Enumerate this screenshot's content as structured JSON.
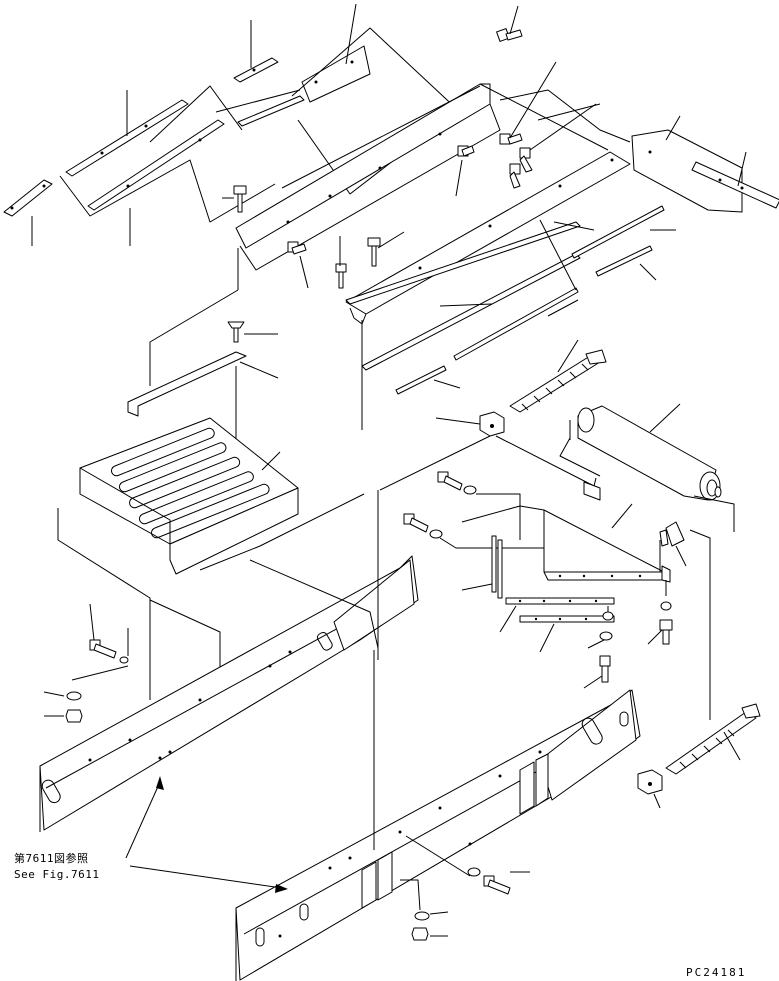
{
  "references": {
    "jp": "第7611図参照",
    "en": "See Fig.7611"
  },
  "drawing_code": "PC24181"
}
